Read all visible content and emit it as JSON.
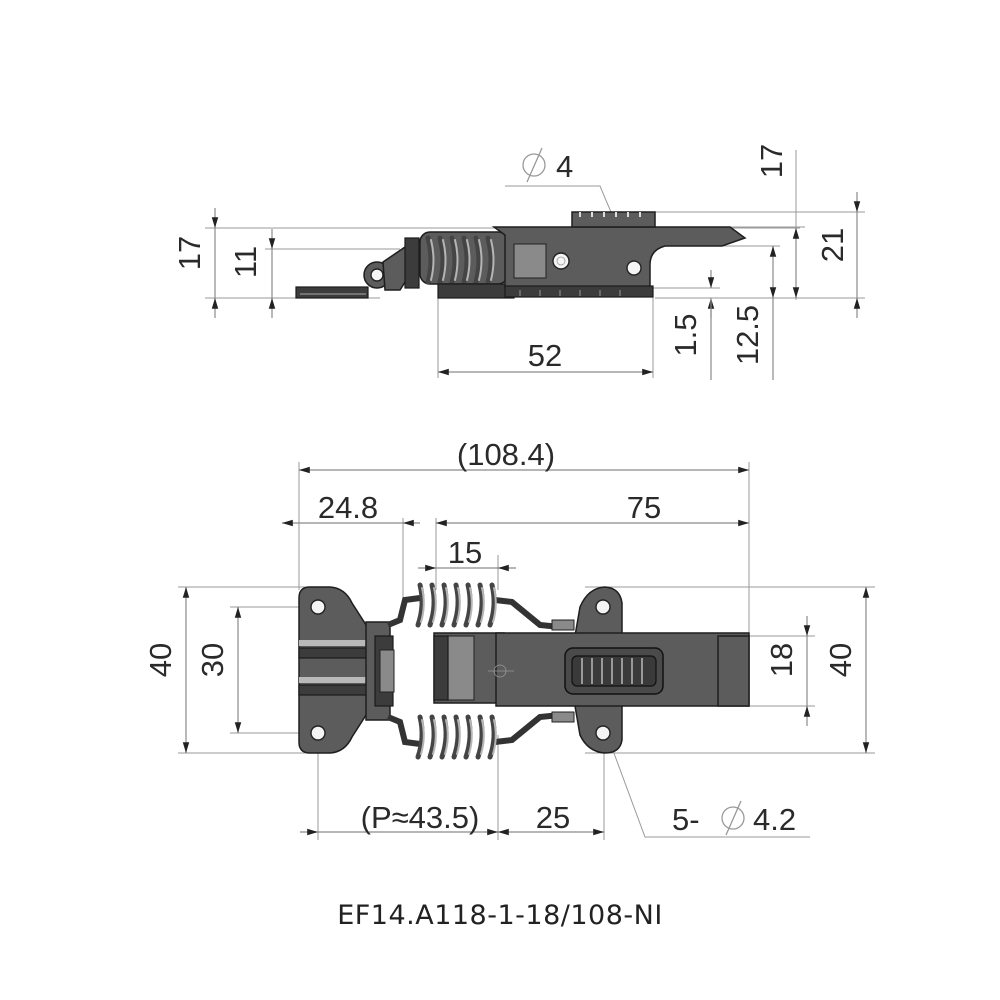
{
  "drawing": {
    "side_view": {
      "labels": {
        "hole_dia": "4",
        "height_left_outer": "17",
        "height_left_inner": "11",
        "base_length": "52",
        "foot_thickness": "1.5",
        "hook_height": "12.5",
        "top_offset": "17",
        "total_height_right": "21"
      }
    },
    "top_view": {
      "labels": {
        "overall_length": "(108.4)",
        "keeper_length": "24.8",
        "catch_length": "75",
        "spring_length": "15",
        "keeper_width": "40",
        "keeper_hole_spacing": "30",
        "lever_width": "18",
        "catch_plate_width": "40",
        "pitch": "(P≈43.5)",
        "catch_hole_offset": "25",
        "hole_count_prefix": "5-",
        "hole_dia": "4.2"
      }
    },
    "symbols": {
      "diameter": "∅"
    }
  },
  "part_code": "EF14.A118-1-18/108-NI",
  "colors": {
    "metal": "#5c5c5c",
    "metal_dark": "#3c3c3c",
    "dimension_line": "#8a8a8a",
    "text": "#2a2a2a"
  }
}
